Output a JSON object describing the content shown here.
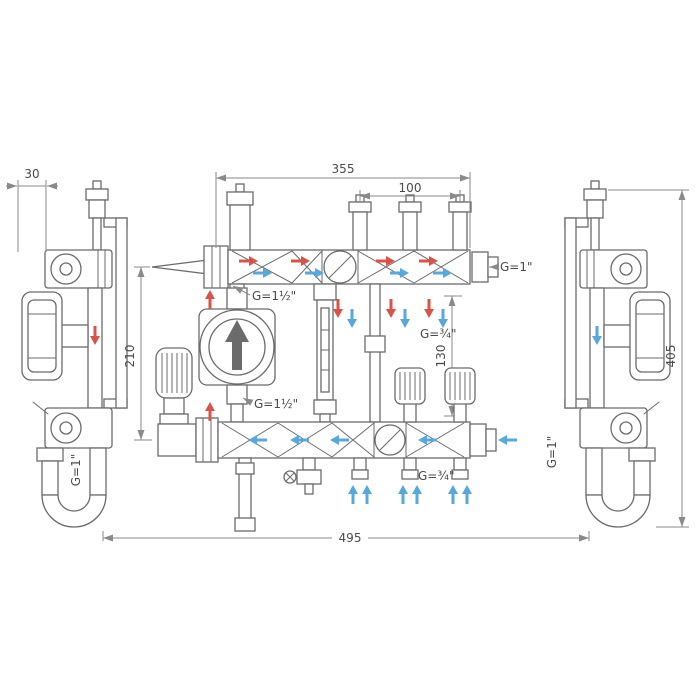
{
  "drawing": {
    "title": "manifold mixing unit technical drawing",
    "dims": {
      "d30": "30",
      "d355": "355",
      "d100": "100",
      "d210": "210",
      "d130": "130",
      "d405": "405",
      "d495": "495"
    },
    "labels": {
      "g_supply_top": "G=1½\"",
      "g_top_right": "G=1\"",
      "g_circuit_top": "G=¾\"",
      "g_pump": "G=1½\"",
      "g_left_side": "G=1\"",
      "g_circuit_bottom": "G=¾\"",
      "g_right_side": "G=1\""
    },
    "colors": {
      "line": "#6b6b6b",
      "dim": "#8a8a8a",
      "red": "#d9534a",
      "blue": "#58a7de"
    }
  }
}
